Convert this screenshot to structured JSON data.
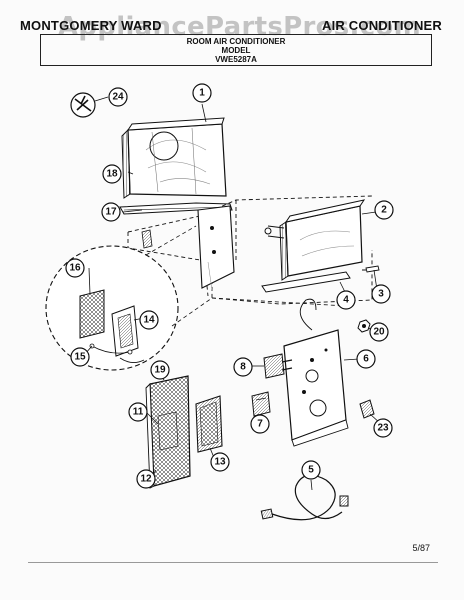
{
  "header": {
    "brand": "MONTGOMERY WARD",
    "product": "AIR CONDITIONER",
    "watermark": "AppliancePartsPros.com"
  },
  "title_block": {
    "line1": "ROOM AIR CONDITIONER",
    "line2": "MODEL",
    "line3": "VWE5287A"
  },
  "callouts": [
    "1",
    "2",
    "3",
    "4",
    "5",
    "6",
    "7",
    "8",
    "11",
    "12",
    "13",
    "14",
    "15",
    "16",
    "17",
    "18",
    "19",
    "20",
    "23",
    "24"
  ],
  "footer": {
    "page_ref": "5/87"
  }
}
